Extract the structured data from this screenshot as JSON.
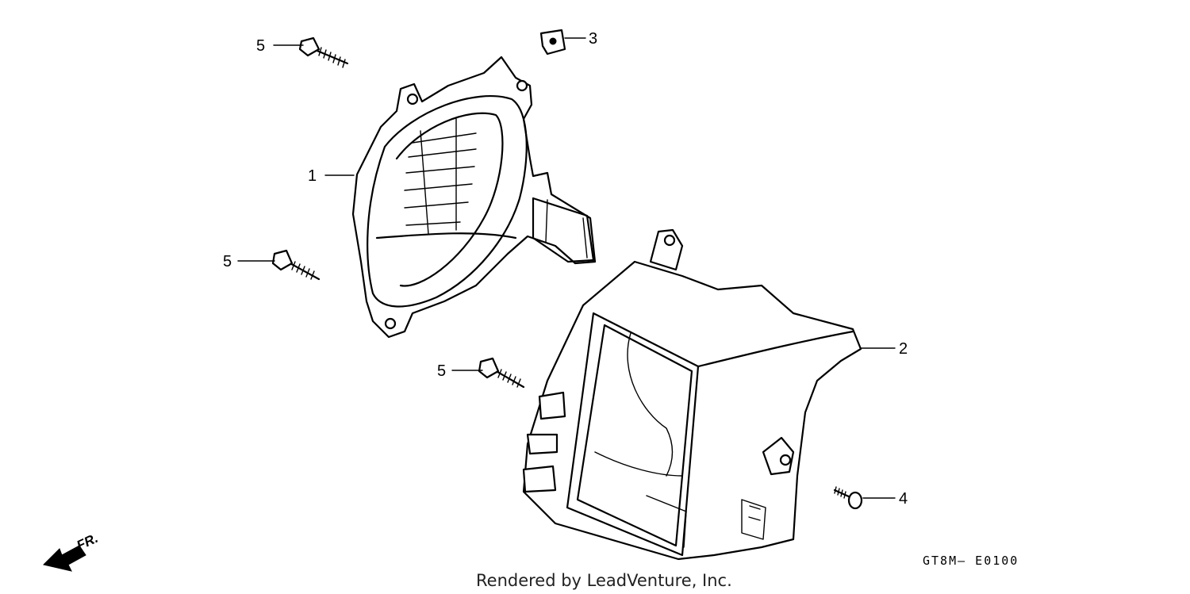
{
  "diagram": {
    "callouts": [
      "1",
      "2",
      "3",
      "4",
      "5"
    ],
    "diagram_code": "GT8M— E0100",
    "credit": "Rendered by LeadVenture, Inc.",
    "front_marker": "FR."
  }
}
